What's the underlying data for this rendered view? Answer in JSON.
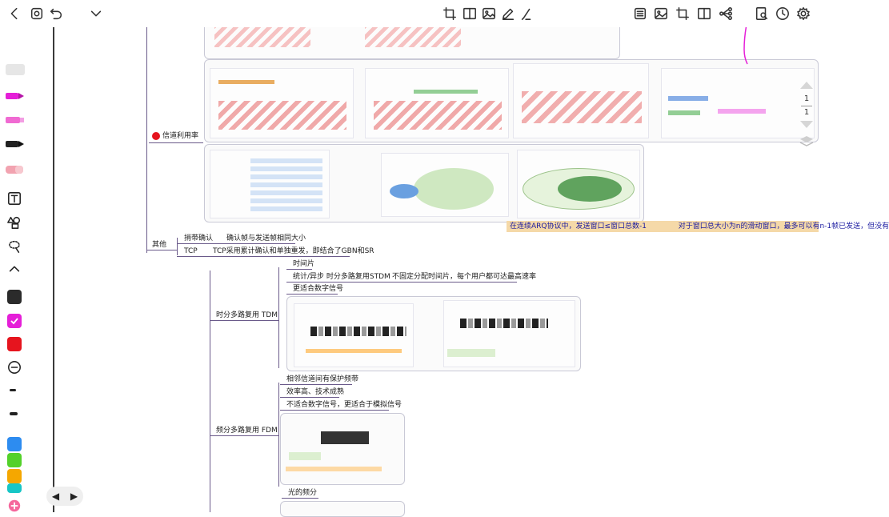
{
  "colors": {
    "magenta": "#e51fd8",
    "pink": "#f06ad2",
    "black": "#222222",
    "red": "#e6141e",
    "blue": "#2d8cf0",
    "green": "#53d12a",
    "orange": "#f5a700",
    "teal": "#17c6c6",
    "rose": "#f5679c",
    "purple": "#a22fe0"
  },
  "toolbar_left": {
    "back": "back-chevron-icon",
    "view_mode": "eye-icon",
    "undo": "undo-icon",
    "menu": "chevron-down-icon"
  },
  "toolbar_center": [
    "crop-icon",
    "split-view-icon",
    "image-icon",
    "pen-icon",
    "pencil-icon"
  ],
  "toolbar_right": [
    "list-icon",
    "image-icon",
    "crop-icon",
    "split-view-icon",
    "mindmap-icon",
    "search-page-icon",
    "clock-icon",
    "settings-icon"
  ],
  "page_nav": {
    "current": "1",
    "total": "1"
  },
  "mindmap": {
    "channel_util": "信道利用率",
    "other": "其他",
    "piggyback": "捎带确认",
    "piggyback_desc": "确认帧与发送帧相同大小",
    "tcp": "TCP",
    "tcp_desc": "TCP采用累计确认和单独重发，即结合了GBN和SR",
    "tdm": "时分多路复用 TDM",
    "tdm_slot": "时间片",
    "stdm": "统计/异步 时分多路复用STDM",
    "stdm_desc": "不固定分配时间片，每个用户都可达最高速率",
    "digital": "更适合数字信号",
    "fdm": "频分多路复用 FDM",
    "fdm_guard": "相邻信道间有保护频带",
    "fdm_eff": "效率高、技术成熟",
    "fdm_analog": "不适合数字信号，更适合于模拟信号",
    "wdm": "光的频分",
    "arq_note": "在连续ARQ协议中，发送窗口≤窗口总数-1",
    "arq_note2": "对于窗口总大小为n的滑动窗口，最多可以有n-1帧已发送，但没有"
  }
}
